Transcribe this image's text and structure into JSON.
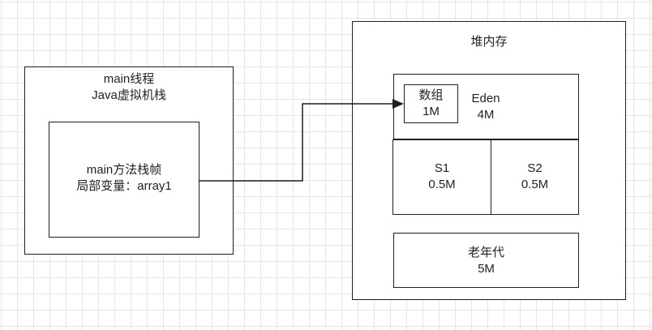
{
  "thread": {
    "title": "main线程",
    "subtitle": "Java虚拟机栈"
  },
  "frame": {
    "title": "main方法栈帧",
    "variable": "局部变量：array1"
  },
  "heap": {
    "title": "堆内存",
    "eden": {
      "name": "Eden",
      "size": "4M"
    },
    "array": {
      "name": "数组",
      "size": "1M"
    },
    "s1": {
      "name": "S1",
      "size": "0.5M"
    },
    "s2": {
      "name": "S2",
      "size": "0.5M"
    },
    "old": {
      "name": "老年代",
      "size": "5M"
    }
  },
  "colors": {
    "stroke": "#1f1f1f",
    "grid": "#e6e6e6",
    "background": "#ffffff"
  }
}
